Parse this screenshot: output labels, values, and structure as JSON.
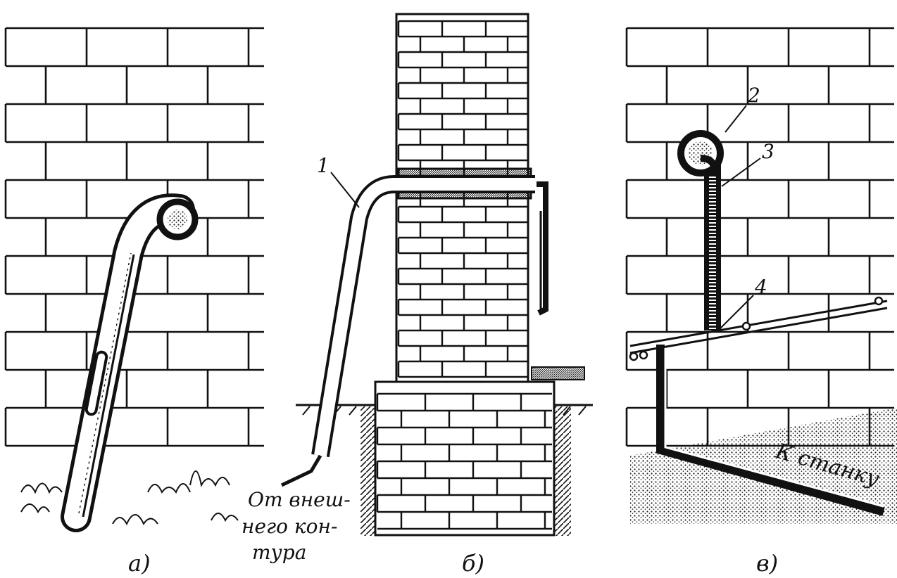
{
  "diagram": {
    "panels": [
      {
        "id": "a",
        "caption": "а)"
      },
      {
        "id": "b",
        "caption": "б)"
      },
      {
        "id": "c",
        "caption": "в)"
      }
    ],
    "annotations": {
      "from_external_line1": "От внеш-",
      "from_external_line2": "него кон-",
      "from_external_line3": "тура",
      "to_machine": "К станку"
    },
    "callouts": [
      "1",
      "2",
      "3",
      "4"
    ]
  },
  "colors": {
    "ink": "#111111",
    "paper": "#ffffff",
    "ground_dots": "#222222"
  }
}
